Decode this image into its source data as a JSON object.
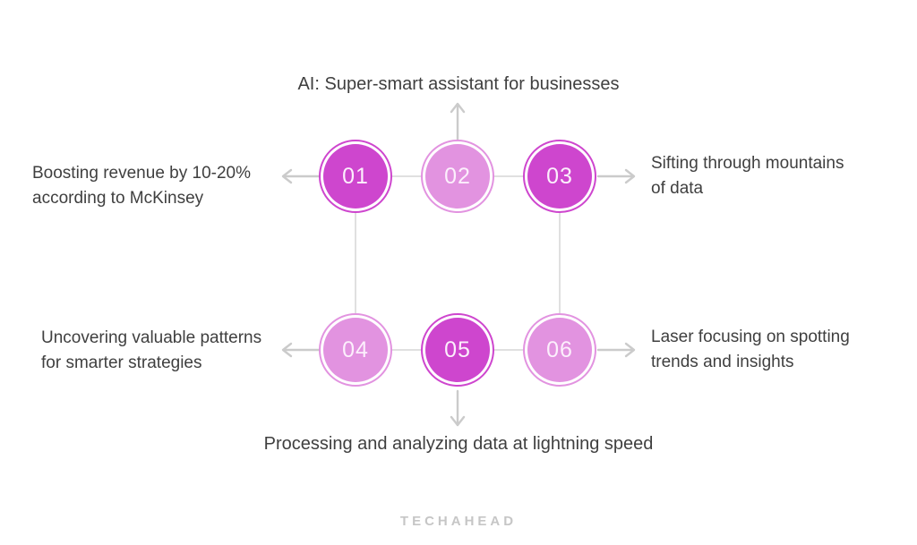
{
  "title": "AI: Super-smart assistant for businesses",
  "nodes": [
    {
      "number": "01",
      "tone": "dark"
    },
    {
      "number": "02",
      "tone": "light"
    },
    {
      "number": "03",
      "tone": "dark"
    },
    {
      "number": "04",
      "tone": "light"
    },
    {
      "number": "05",
      "tone": "dark"
    },
    {
      "number": "06",
      "tone": "light"
    }
  ],
  "labels": {
    "left_top": {
      "line1": "Boosting revenue by 10-20%",
      "line2": "according to McKinsey"
    },
    "right_top": {
      "line1": "Sifting through mountains",
      "line2": "of data"
    },
    "left_bottom": {
      "line1": "Uncovering valuable patterns",
      "line2": "for smarter strategies"
    },
    "right_bottom": {
      "line1": "Laser focusing on spotting",
      "line2": "trends and insights"
    },
    "bottom": "Processing and analyzing data at lightning speed"
  },
  "logo": "TECHAHEAD",
  "colors": {
    "circle_dark": "#CE46CE",
    "circle_light": "#E293E0",
    "connector": "#E0E0E0",
    "arrow": "#CBCBCB",
    "text": "#3F3F3F",
    "number_text": "#FCEFFC",
    "logo_text": "#C6C6C6",
    "background": "#FFFFFF"
  }
}
